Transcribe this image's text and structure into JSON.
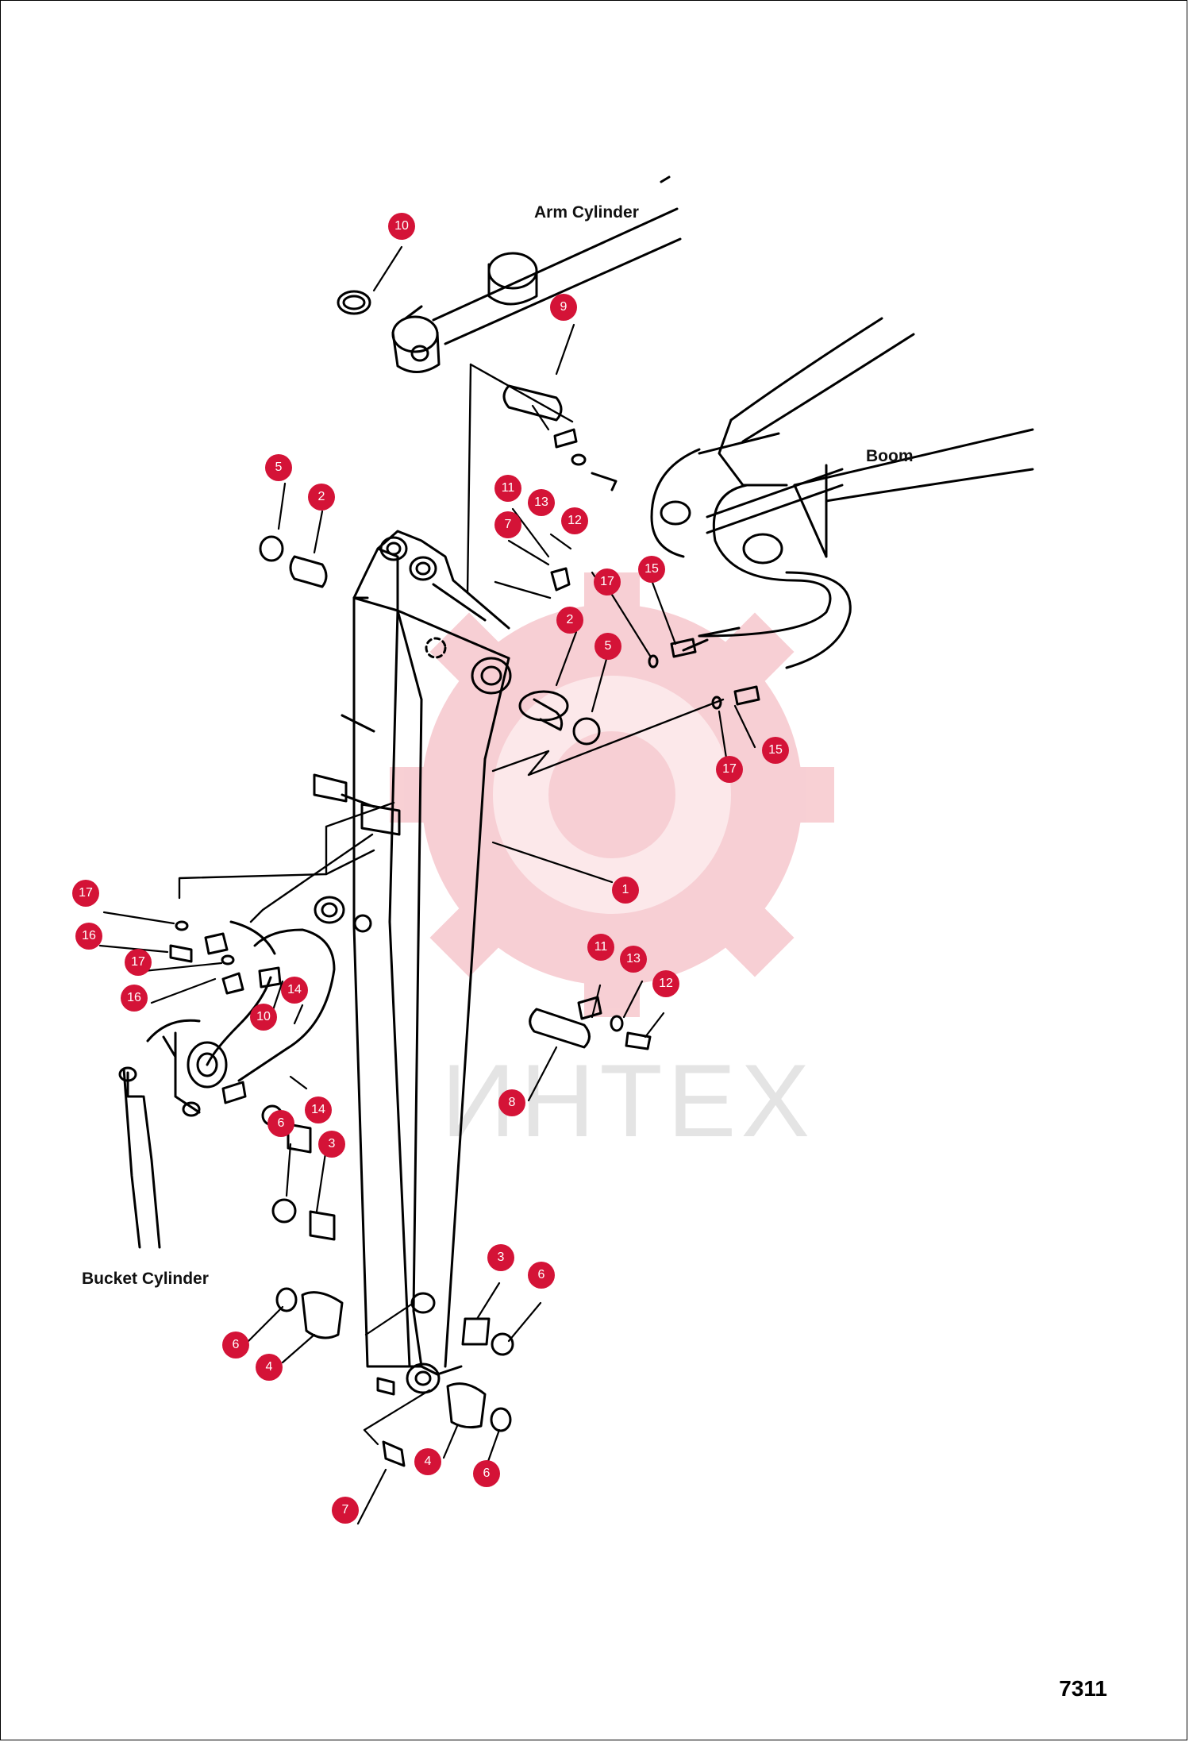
{
  "page_number": "7311",
  "watermark": {
    "text": "ИНТЕХ",
    "color": "#f5c0c6"
  },
  "assembly_labels": {
    "arm_cylinder": "Arm Cylinder",
    "boom": "Boom",
    "bucket_cylinder": "Bucket Cylinder"
  },
  "callout_color": "#d41337",
  "callouts": [
    {
      "n": "10"
    },
    {
      "n": "9"
    },
    {
      "n": "5"
    },
    {
      "n": "2"
    },
    {
      "n": "11"
    },
    {
      "n": "13"
    },
    {
      "n": "12"
    },
    {
      "n": "7"
    },
    {
      "n": "17"
    },
    {
      "n": "15"
    },
    {
      "n": "2"
    },
    {
      "n": "5"
    },
    {
      "n": "17"
    },
    {
      "n": "15"
    },
    {
      "n": "1"
    },
    {
      "n": "17"
    },
    {
      "n": "16"
    },
    {
      "n": "17"
    },
    {
      "n": "16"
    },
    {
      "n": "14"
    },
    {
      "n": "10"
    },
    {
      "n": "14"
    },
    {
      "n": "11"
    },
    {
      "n": "13"
    },
    {
      "n": "12"
    },
    {
      "n": "8"
    },
    {
      "n": "6"
    },
    {
      "n": "3"
    },
    {
      "n": "3"
    },
    {
      "n": "6"
    },
    {
      "n": "6"
    },
    {
      "n": "4"
    },
    {
      "n": "4"
    },
    {
      "n": "6"
    },
    {
      "n": "7"
    }
  ]
}
